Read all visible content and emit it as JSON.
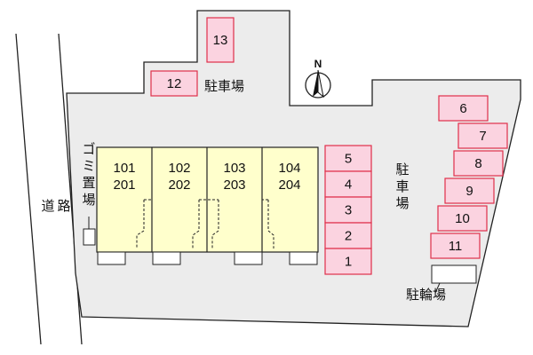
{
  "colors": {
    "lot_fill": "#ececec",
    "building_fill": "#ffffcc",
    "parking_fill": "#fbd3e0",
    "parking_stroke": "#e0304a",
    "line": "#222222"
  },
  "road_label": "道路",
  "garbage_label": "ゴミ置場",
  "parking_label_top": "駐車場",
  "parking_label_right": "駐車場",
  "bicycle_label": "駐輪場",
  "compass": {
    "label": "N",
    "icon": "north-arrow-icon"
  },
  "units": [
    {
      "upper": "101",
      "lower": "201"
    },
    {
      "upper": "102",
      "lower": "202"
    },
    {
      "upper": "103",
      "lower": "203"
    },
    {
      "upper": "104",
      "lower": "204"
    }
  ],
  "parking_center": [
    "5",
    "4",
    "3",
    "2",
    "1"
  ],
  "parking_right": [
    "6",
    "7",
    "8",
    "9",
    "10",
    "11"
  ],
  "parking_top": [
    "13",
    "12"
  ]
}
